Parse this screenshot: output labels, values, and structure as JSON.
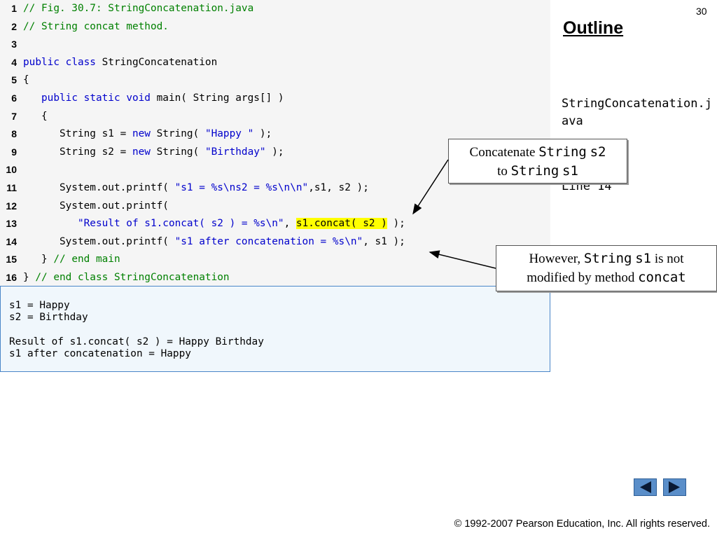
{
  "slide_number": "30",
  "outline": {
    "title": "Outline",
    "file_name": "StringConcatenation.java",
    "line_ref": "Line 14"
  },
  "code": {
    "lines": [
      {
        "num": "1",
        "tokens": [
          {
            "t": "comment",
            "v": "// Fig. 30.7: StringConcatenation.java"
          }
        ]
      },
      {
        "num": "2",
        "tokens": [
          {
            "t": "comment",
            "v": "// String concat method."
          }
        ]
      },
      {
        "num": "3",
        "tokens": []
      },
      {
        "num": "4",
        "tokens": [
          {
            "t": "keyword",
            "v": "public"
          },
          {
            "t": "plain",
            "v": " "
          },
          {
            "t": "keyword",
            "v": "class"
          },
          {
            "t": "plain",
            "v": " StringConcatenation"
          }
        ]
      },
      {
        "num": "5",
        "tokens": [
          {
            "t": "plain",
            "v": "{"
          }
        ]
      },
      {
        "num": "6",
        "tokens": [
          {
            "t": "plain",
            "v": "   "
          },
          {
            "t": "keyword",
            "v": "public"
          },
          {
            "t": "plain",
            "v": " "
          },
          {
            "t": "keyword",
            "v": "static"
          },
          {
            "t": "plain",
            "v": " "
          },
          {
            "t": "keyword",
            "v": "void"
          },
          {
            "t": "plain",
            "v": " main( String args[] )"
          }
        ]
      },
      {
        "num": "7",
        "tokens": [
          {
            "t": "plain",
            "v": "   {"
          }
        ]
      },
      {
        "num": "8",
        "tokens": [
          {
            "t": "plain",
            "v": "      String s1 = "
          },
          {
            "t": "keyword",
            "v": "new"
          },
          {
            "t": "plain",
            "v": " String( "
          },
          {
            "t": "string",
            "v": "\"Happy \""
          },
          {
            "t": "plain",
            "v": " );"
          }
        ]
      },
      {
        "num": "9",
        "tokens": [
          {
            "t": "plain",
            "v": "      String s2 = "
          },
          {
            "t": "keyword",
            "v": "new"
          },
          {
            "t": "plain",
            "v": " String( "
          },
          {
            "t": "string",
            "v": "\"Birthday\""
          },
          {
            "t": "plain",
            "v": " );"
          }
        ]
      },
      {
        "num": "10",
        "tokens": []
      },
      {
        "num": "11",
        "tokens": [
          {
            "t": "plain",
            "v": "      System.out.printf( "
          },
          {
            "t": "string",
            "v": "\"s1 = %s\\ns2 = %s\\n\\n\""
          },
          {
            "t": "plain",
            "v": ",s1, s2 );"
          }
        ]
      },
      {
        "num": "12",
        "tokens": [
          {
            "t": "plain",
            "v": "      System.out.printf("
          }
        ]
      },
      {
        "num": "13",
        "tokens": [
          {
            "t": "plain",
            "v": "         "
          },
          {
            "t": "string",
            "v": "\"Result of s1.concat( s2 ) = %s\\n\""
          },
          {
            "t": "plain",
            "v": ", "
          },
          {
            "t": "hl",
            "v": "s1.concat( s2 )"
          },
          {
            "t": "plain",
            "v": " );"
          }
        ]
      },
      {
        "num": "14",
        "tokens": [
          {
            "t": "plain",
            "v": "      System.out.printf( "
          },
          {
            "t": "string",
            "v": "\"s1 after concatenation = %s\\n\""
          },
          {
            "t": "plain",
            "v": ", s1 );"
          }
        ]
      },
      {
        "num": "15",
        "tokens": [
          {
            "t": "plain",
            "v": "   } "
          },
          {
            "t": "comment",
            "v": "// end main"
          }
        ]
      },
      {
        "num": "16",
        "tokens": [
          {
            "t": "plain",
            "v": "} "
          },
          {
            "t": "comment",
            "v": "// end class StringConcatenation"
          }
        ]
      }
    ]
  },
  "output": {
    "lines": [
      "s1 = Happy",
      "s2 = Birthday",
      "",
      "Result of s1.concat( s2 ) = Happy Birthday",
      "s1 after concatenation = Happy"
    ]
  },
  "callouts": {
    "concat": {
      "prefix": "Concatenate ",
      "type1": "String",
      "var1": "s2",
      "middle": "to ",
      "type2": "String",
      "var2": "s1"
    },
    "not_modified": {
      "prefix": "However, ",
      "type1": "String",
      "var1": "s1",
      "suffix": " is not",
      "line2": "modified by method ",
      "method": "concat"
    }
  },
  "nav": {
    "prev_icon": "triangle-left-icon",
    "next_icon": "triangle-right-icon",
    "color": "#5a8ec9"
  },
  "copyright": "© 1992-2007 Pearson Education, Inc.  All rights reserved.",
  "colors": {
    "comment": "#008000",
    "keyword": "#0000cc",
    "highlight": "#ffff00"
  }
}
